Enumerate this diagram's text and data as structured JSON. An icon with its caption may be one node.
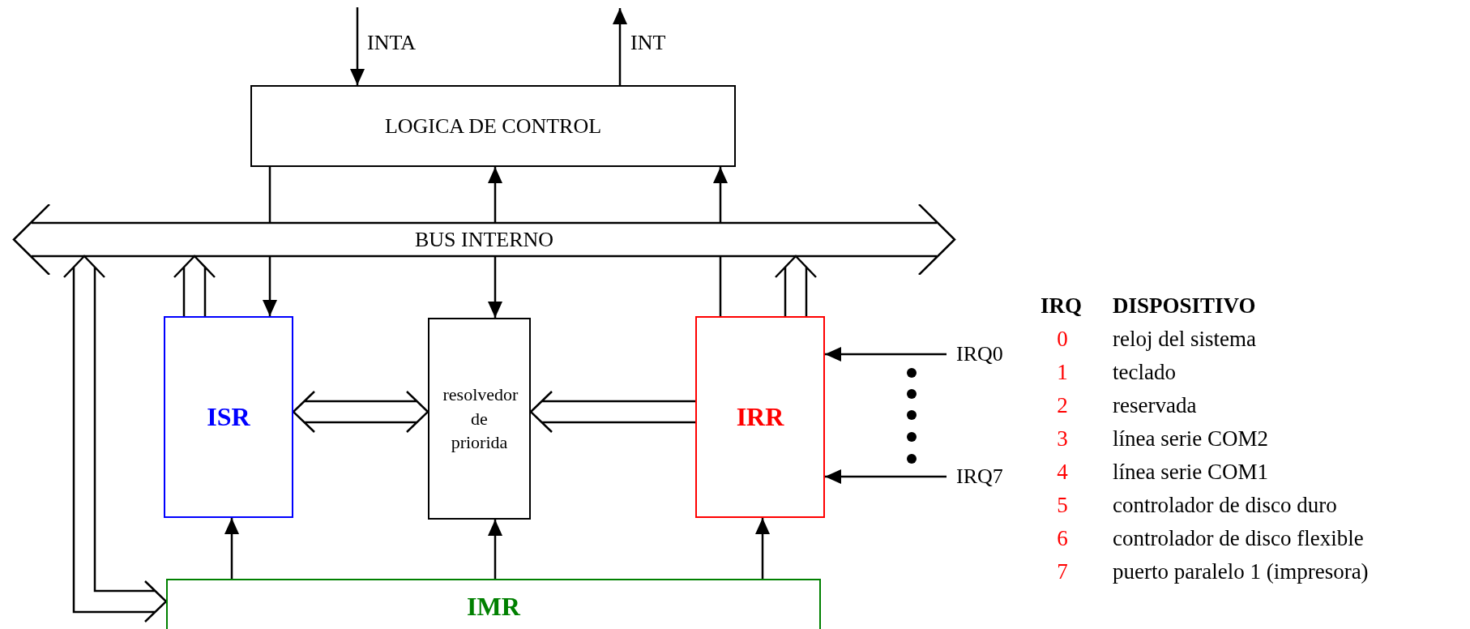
{
  "diagram": {
    "nodes": [
      {
        "text": [
          "LOGICA DE CONTROL"
        ]
      },
      {
        "text": [
          "BUS INTERNO"
        ]
      },
      {
        "text": [
          "ISR"
        ]
      },
      {
        "text": [
          "resolvedor de priorida"
        ]
      },
      {
        "text": [
          "IRR"
        ]
      },
      {
        "text": [
          "IMR"
        ]
      }
    ],
    "edges": [
      {
        "from": null,
        "to": 0,
        "arrow": "to",
        "label": "INTA"
      },
      {
        "from": 0,
        "to": null,
        "arrow": "to",
        "label": "INT"
      },
      {
        "from": 1,
        "to": 0,
        "arrow": "none"
      },
      {
        "from": 1,
        "to": 0,
        "arrow": "to"
      },
      {
        "from": 1,
        "to": 0,
        "arrow": "to"
      },
      {
        "from": 1,
        "to": 2,
        "arrow": "to"
      },
      {
        "from": 1,
        "to": 3,
        "arrow": "to"
      },
      {
        "from": 4,
        "to": 1,
        "arrow": "none"
      },
      {
        "from": 2,
        "to": 1,
        "arrow": "to"
      },
      {
        "from": 4,
        "to": 1,
        "arrow": "to"
      },
      {
        "from": 1,
        "to": 5,
        "arrow": "both"
      },
      {
        "from": 2,
        "to": 3,
        "arrow": "both"
      },
      {
        "from": 4,
        "to": 3,
        "arrow": "to"
      },
      {
        "from": null,
        "to": 4,
        "arrow": "to",
        "label": "IRQ0"
      },
      {
        "from": null,
        "to": 4,
        "arrow": "to",
        "label": "IRQ7"
      },
      {
        "from": 5,
        "to": 2,
        "arrow": "to"
      },
      {
        "from": 5,
        "to": 3,
        "arrow": "to"
      },
      {
        "from": 5,
        "to": 4,
        "arrow": "to"
      }
    ],
    "labels": [
      "IRQ",
      "DISPOSITIVO",
      "0",
      "reloj del sistema",
      "1",
      "teclado",
      "2",
      "reservada",
      "3",
      "línea serie COM2",
      "4",
      "línea serie COM1",
      "5",
      "controlador de disco duro",
      "6",
      "controlador de disco flexible",
      "7",
      "puerto paralelo 1 (impresora)"
    ]
  }
}
